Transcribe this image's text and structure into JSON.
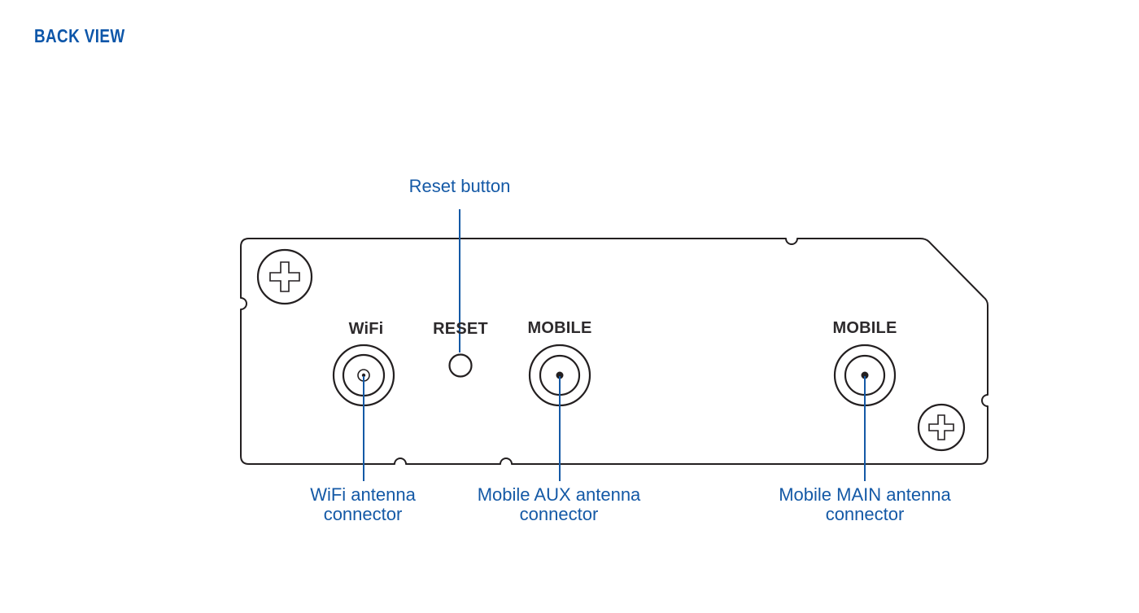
{
  "page": {
    "title": "BACK VIEW"
  },
  "colors": {
    "accent_blue": "#1459a6",
    "outline_dark": "#231f20",
    "panel_label_dark": "#2d2a2c",
    "background": "#ffffff"
  },
  "panel_labels": {
    "wifi": "WiFi",
    "reset": "RESET",
    "mobile_aux": "MOBILE",
    "mobile_main": "MOBILE"
  },
  "callouts": {
    "reset_button": "Reset button",
    "wifi_antenna": {
      "line1": "WiFi antenna",
      "line2": "connector"
    },
    "mobile_aux_antenna": {
      "line1": "Mobile AUX antenna",
      "line2": "connector"
    },
    "mobile_main_antenna": {
      "line1": "Mobile MAIN antenna",
      "line2": "connector"
    }
  }
}
